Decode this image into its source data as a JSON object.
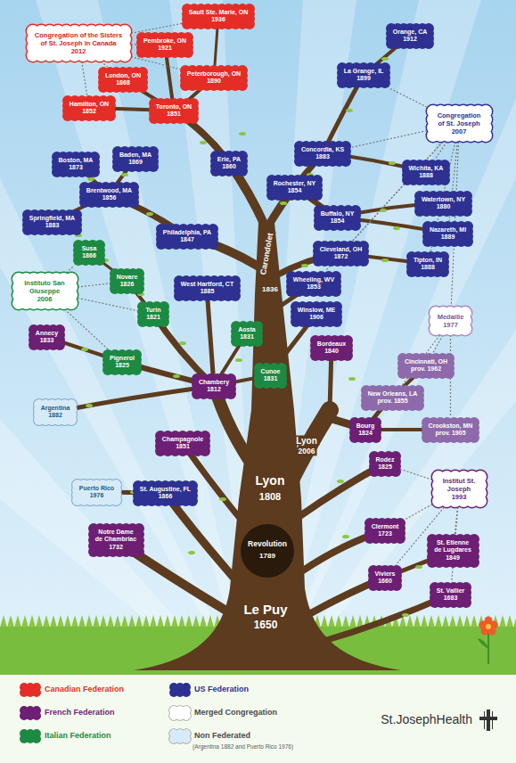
{
  "diagram": {
    "nodes": [
      {
        "text": [
          "Congregation of the Sisters of St. Joseph in Canada",
          "2012"
        ]
      },
      {
        "text": [
          "Sault Ste. Marie, ON",
          "1936"
        ]
      },
      {
        "text": [
          "Pembroke, ON",
          "1921"
        ]
      },
      {
        "text": [
          "London, ON",
          "1868"
        ]
      },
      {
        "text": [
          "Peterborough, ON",
          "1890"
        ]
      },
      {
        "text": [
          "Hamilton, ON",
          "1852"
        ]
      },
      {
        "text": [
          "Toronto, ON",
          "1851"
        ]
      },
      {
        "text": [
          "Orange, CA",
          "1912"
        ]
      },
      {
        "text": [
          "La Grange, IL",
          "1899"
        ]
      },
      {
        "text": [
          "Congregation of St. Joseph",
          "2007"
        ]
      },
      {
        "text": [
          "Boston, MA",
          "1873"
        ]
      },
      {
        "text": [
          "Baden, MA",
          "1869"
        ]
      },
      {
        "text": [
          "Erie, PA",
          "1860"
        ]
      },
      {
        "text": [
          "Concordia, KS",
          "1883"
        ]
      },
      {
        "text": [
          "Wichita, KA",
          "1888"
        ]
      },
      {
        "text": [
          "Rochester, NY",
          "1854"
        ]
      },
      {
        "text": [
          "Brentwood, MA",
          "1856"
        ]
      },
      {
        "text": [
          "Springfield, MA",
          "1883"
        ]
      },
      {
        "text": [
          "Watertown, NY",
          "1880"
        ]
      },
      {
        "text": [
          "Buffalo, NY",
          "1854"
        ]
      },
      {
        "text": [
          "Nazareth, MI",
          "1889"
        ]
      },
      {
        "text": [
          "Philadelphia, PA",
          "1847"
        ]
      },
      {
        "text": [
          "Cleveland, OH",
          "1872"
        ]
      },
      {
        "text": [
          "Tipton, IN",
          "1888"
        ]
      },
      {
        "text": [
          "Wheeling, WV",
          "1853"
        ]
      },
      {
        "text": [
          "Winslow, ME",
          "1906"
        ]
      },
      {
        "text": [
          "West Hartford, CT",
          "1885"
        ]
      },
      {
        "text": [
          "Susa",
          "1866"
        ]
      },
      {
        "text": [
          "Instituto San Giuseppe",
          "2006"
        ]
      },
      {
        "text": [
          "Novare",
          "1826"
        ]
      },
      {
        "text": [
          "Turin",
          "1821"
        ]
      },
      {
        "text": [
          "Annecy",
          "1833"
        ]
      },
      {
        "text": [
          "Aosta",
          "1831"
        ]
      },
      {
        "text": [
          "Bordeaux",
          "1840"
        ]
      },
      {
        "text": [
          "Medaille",
          "1977"
        ]
      },
      {
        "text": [
          "Cincinnati, OH",
          "prov. 1962"
        ]
      },
      {
        "text": [
          "Pignerol",
          "1825"
        ]
      },
      {
        "text": [
          "New Orleans, LA",
          "prov. 1855"
        ]
      },
      {
        "text": [
          "Chambery",
          "1812"
        ]
      },
      {
        "text": [
          "Cunoe",
          "1831"
        ]
      },
      {
        "text": [
          "Argentina",
          "1882"
        ]
      },
      {
        "text": [
          "Bourg",
          "1824"
        ]
      },
      {
        "text": [
          "Crookston, MN",
          "prov. 1905"
        ]
      },
      {
        "text": [
          "Rodez",
          "1825"
        ]
      },
      {
        "text": [
          "Institut St. Joseph",
          "1993"
        ]
      },
      {
        "text": [
          "Champagnole",
          "1851"
        ]
      },
      {
        "text": [
          "Puerto Rico",
          "1976"
        ]
      },
      {
        "text": [
          "St. Augustine, FL",
          "1866"
        ]
      },
      {
        "text": [
          "Clermont",
          "1723"
        ]
      },
      {
        "text": [
          "St. Etienne de Lugdares",
          "1849"
        ]
      },
      {
        "text": [
          "Notre Dame de Chambriac",
          "1732"
        ]
      },
      {
        "text": [
          "Viviers",
          "1660"
        ]
      },
      {
        "text": [
          "St. Vallier",
          "1683"
        ]
      }
    ],
    "edges": [
      {
        "from": 0,
        "to": 1,
        "arrow": "none"
      },
      {
        "from": 0,
        "to": 2,
        "arrow": "none"
      },
      {
        "from": 0,
        "to": 3,
        "arrow": "none"
      },
      {
        "from": 0,
        "to": 4,
        "arrow": "none"
      },
      {
        "from": 0,
        "to": 5,
        "arrow": "none"
      },
      {
        "from": 9,
        "to": 8,
        "arrow": "none"
      },
      {
        "from": 9,
        "to": 13,
        "arrow": "none"
      },
      {
        "from": 9,
        "to": 14,
        "arrow": "none"
      },
      {
        "from": 9,
        "to": 20,
        "arrow": "none"
      },
      {
        "from": 9,
        "to": 22,
        "arrow": "none"
      },
      {
        "from": 9,
        "to": 23,
        "arrow": "none"
      },
      {
        "from": 9,
        "to": 24,
        "arrow": "none"
      },
      {
        "from": 9,
        "to": 34,
        "arrow": "none"
      },
      {
        "from": 34,
        "to": 35,
        "arrow": "none"
      },
      {
        "from": 34,
        "to": 37,
        "arrow": "none"
      },
      {
        "from": 34,
        "to": 42,
        "arrow": "none"
      },
      {
        "from": 28,
        "to": 27,
        "arrow": "none"
      },
      {
        "from": 28,
        "to": 29,
        "arrow": "none"
      },
      {
        "from": 28,
        "to": 30,
        "arrow": "none"
      },
      {
        "from": 28,
        "to": 36,
        "arrow": "none"
      },
      {
        "from": 44,
        "to": 43,
        "arrow": "none"
      },
      {
        "from": 44,
        "to": 48,
        "arrow": "none"
      },
      {
        "from": 44,
        "to": 49,
        "arrow": "none"
      },
      {
        "from": 44,
        "to": 51,
        "arrow": "none"
      },
      {
        "from": 44,
        "to": 52,
        "arrow": "none"
      }
    ],
    "labels": [
      "Carondolet",
      "1836",
      "Lyon",
      "2006",
      "Lyon",
      "1808",
      "Revolution",
      "1789",
      "Le Puy",
      "1650",
      "(Argentina 1882 and Puerto Rico 1976)",
      "St.JosephHealth"
    ],
    "legend": [
      {
        "text": "Canadian Federation",
        "color": "#e52d27"
      },
      {
        "text": "US Federation",
        "color": "#2e3192"
      },
      {
        "text": "French Federation",
        "color": "#6d1f74"
      },
      {
        "text": "Merged Congregation",
        "color": "#ffffff"
      },
      {
        "text": "Italian Federation",
        "color": "#1c8a42"
      },
      {
        "text": "Non Federated",
        "color": "#d6ebf7"
      }
    ]
  }
}
